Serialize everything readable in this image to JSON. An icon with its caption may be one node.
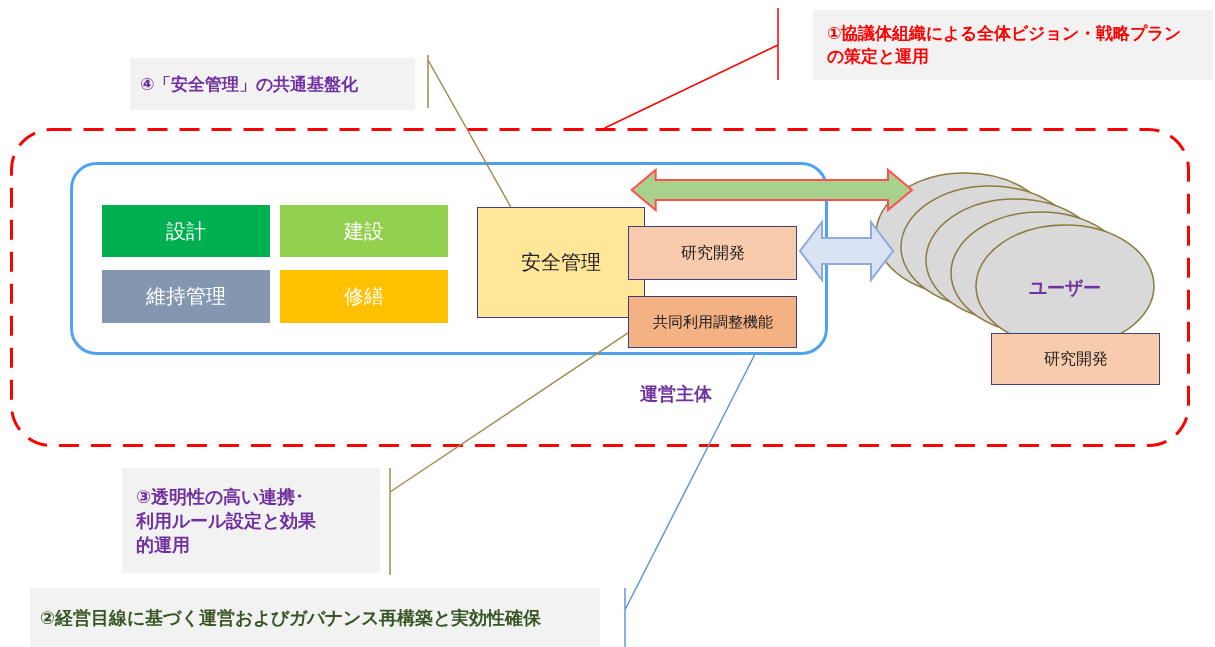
{
  "diagram": {
    "nodes": [
      {
        "text": [],
        "shape": "box"
      },
      {
        "text": [],
        "shape": "box",
        "beside": [
          "運営主体"
        ],
        "in": 0
      },
      {
        "text": [
          "設計"
        ],
        "in": 1
      },
      {
        "text": [
          "建設"
        ],
        "in": 1
      },
      {
        "text": [
          "維持管理"
        ],
        "in": 1
      },
      {
        "text": [
          "修繕"
        ],
        "in": 1
      },
      {
        "text": [
          "安全管理"
        ],
        "in": 1
      },
      {
        "text": [
          "研究開発"
        ],
        "in": 1
      },
      {
        "text": [
          "共同利用調整機能"
        ],
        "in": 1
      },
      {
        "text": [
          "ユーザー"
        ],
        "in": 0
      },
      {
        "text": [
          "研究開発"
        ],
        "in": 0
      },
      {
        "text": [
          "①協議体組織による全体ビジョン・戦略プランの策定と運用"
        ]
      },
      {
        "text": [
          "④「安全管理」の共通基盤化"
        ]
      },
      {
        "text": [
          "③透明性の高い連携･利用ルール設定と効果的運用"
        ]
      },
      {
        "text": [
          "②経営目線に基づく運営およびガバナンス再構築と実効性確保"
        ]
      }
    ],
    "edges": [
      {
        "from": 1,
        "to": 9,
        "arrow": "both",
        "style": "thick",
        "color": "#a9d18e"
      },
      {
        "from": 7,
        "to": 9,
        "arrow": "both",
        "style": "thick",
        "color": "#dae3f3"
      },
      {
        "from": 11,
        "to": 0,
        "arrow": "none",
        "color": "#ff0000"
      },
      {
        "from": 12,
        "to": 6,
        "arrow": "none"
      },
      {
        "from": 13,
        "to": 8,
        "arrow": "none"
      },
      {
        "from": 14,
        "to": 1,
        "arrow": "none",
        "color": "#5b9bd5"
      }
    ]
  }
}
